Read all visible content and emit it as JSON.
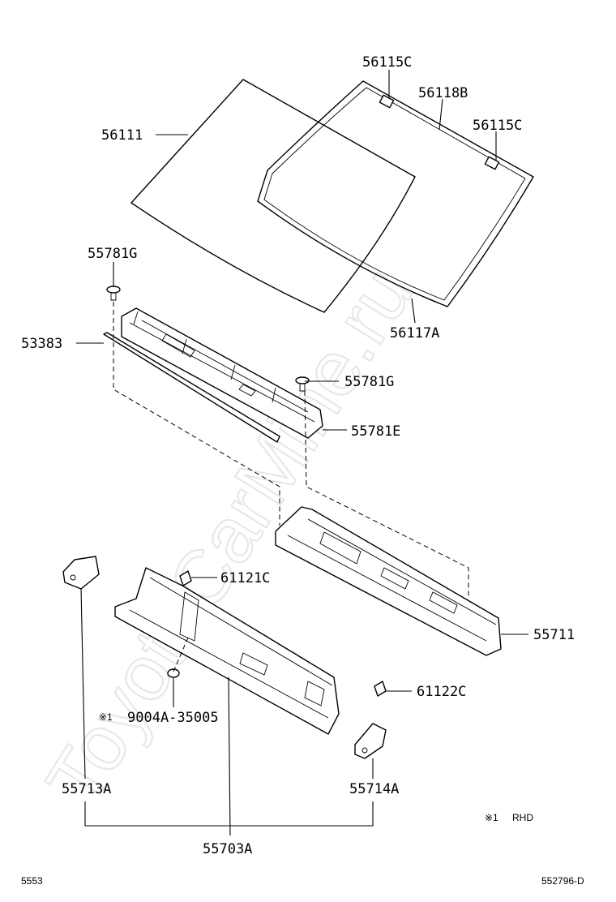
{
  "watermark": "ToyotaCarMine.ru",
  "labels": {
    "p56115c_top": "56115C",
    "p56118b": "56118B",
    "p56115c_right": "56115C",
    "p56111": "56111",
    "p55781g_top": "55781G",
    "p53383": "53383",
    "p56117a": "56117A",
    "p55781g_mid": "55781G",
    "p55781e": "55781E",
    "p61121c": "61121C",
    "p55711": "55711",
    "p61122c": "61122C",
    "p9004a": "9004A-35005",
    "p55713a": "55713A",
    "p55714a": "55714A",
    "p55703a": "55703A"
  },
  "notes": {
    "ref_mark": "※1",
    "rhd_mark": "※1",
    "rhd_text": "RHD"
  },
  "footer": {
    "left_code": "5553",
    "right_code": "552796-D"
  }
}
